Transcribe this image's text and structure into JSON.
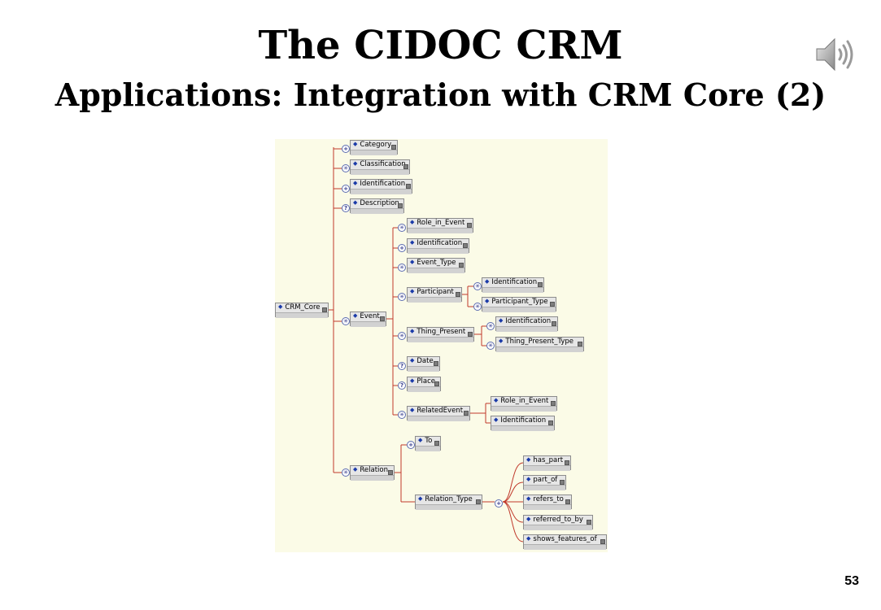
{
  "slide": {
    "title": "The CIDOC CRM",
    "subtitle": "Applications: Integration with CRM Core (2)",
    "page_number": "53",
    "speaker_icon": "speaker-icon"
  },
  "colors": {
    "panel_background": "#fbfbe7",
    "connector": "#c0392b",
    "node_fill": "#e6e6e6"
  },
  "tree": {
    "nodes": [
      {
        "id": "crm_core",
        "label": "CRM_Core"
      },
      {
        "id": "category",
        "label": "Category"
      },
      {
        "id": "classification",
        "label": "Classification"
      },
      {
        "id": "identification_top",
        "label": "Identification"
      },
      {
        "id": "description",
        "label": "Description"
      },
      {
        "id": "event",
        "label": "Event"
      },
      {
        "id": "relation",
        "label": "Relation"
      },
      {
        "id": "role_in_event",
        "label": "Role_in_Event"
      },
      {
        "id": "identification_event",
        "label": "Identification"
      },
      {
        "id": "event_type",
        "label": "Event_Type"
      },
      {
        "id": "participant",
        "label": "Participant"
      },
      {
        "id": "thing_present",
        "label": "Thing_Present"
      },
      {
        "id": "date",
        "label": "Date"
      },
      {
        "id": "place",
        "label": "Place"
      },
      {
        "id": "related_event",
        "label": "RelatedEvent"
      },
      {
        "id": "identification_participant",
        "label": "Identification"
      },
      {
        "id": "participant_type",
        "label": "Participant_Type"
      },
      {
        "id": "identification_thing",
        "label": "Identification"
      },
      {
        "id": "thing_present_type",
        "label": "Thing_Present_Type"
      },
      {
        "id": "role_in_event_related",
        "label": "Role_in_Event"
      },
      {
        "id": "identification_related",
        "label": "Identification"
      },
      {
        "id": "to",
        "label": "To"
      },
      {
        "id": "relation_type",
        "label": "Relation_Type"
      },
      {
        "id": "has_part",
        "label": "has_part"
      },
      {
        "id": "part_of",
        "label": "part_of"
      },
      {
        "id": "refers_to",
        "label": "refers_to"
      },
      {
        "id": "referred_to_by",
        "label": "referred_to_by"
      },
      {
        "id": "shows_features_of",
        "label": "shows_features_of"
      }
    ],
    "edges": [
      [
        "crm_core",
        "category"
      ],
      [
        "crm_core",
        "classification"
      ],
      [
        "crm_core",
        "identification_top"
      ],
      [
        "crm_core",
        "description"
      ],
      [
        "crm_core",
        "event"
      ],
      [
        "crm_core",
        "relation"
      ],
      [
        "event",
        "role_in_event"
      ],
      [
        "event",
        "identification_event"
      ],
      [
        "event",
        "event_type"
      ],
      [
        "event",
        "participant"
      ],
      [
        "event",
        "thing_present"
      ],
      [
        "event",
        "date"
      ],
      [
        "event",
        "place"
      ],
      [
        "event",
        "related_event"
      ],
      [
        "participant",
        "identification_participant"
      ],
      [
        "participant",
        "participant_type"
      ],
      [
        "thing_present",
        "identification_thing"
      ],
      [
        "thing_present",
        "thing_present_type"
      ],
      [
        "related_event",
        "role_in_event_related"
      ],
      [
        "related_event",
        "identification_related"
      ],
      [
        "relation",
        "to"
      ],
      [
        "relation",
        "relation_type"
      ],
      [
        "relation_type",
        "has_part"
      ],
      [
        "relation_type",
        "part_of"
      ],
      [
        "relation_type",
        "refers_to"
      ],
      [
        "relation_type",
        "referred_to_by"
      ],
      [
        "relation_type",
        "shows_features_of"
      ]
    ]
  }
}
